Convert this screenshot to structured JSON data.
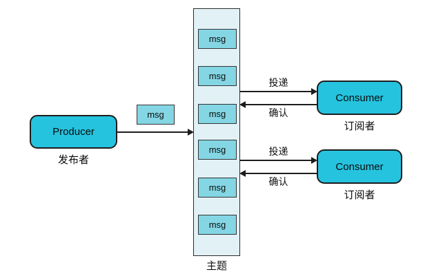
{
  "producer": {
    "label": "Producer",
    "role": "发布者"
  },
  "pending_msg": {
    "label": "msg"
  },
  "topic": {
    "label": "主题",
    "messages": [
      "msg",
      "msg",
      "msg",
      "msg",
      "msg",
      "msg"
    ]
  },
  "consumers": [
    {
      "label": "Consumer",
      "role": "订阅者",
      "deliver": "投递",
      "ack": "确认"
    },
    {
      "label": "Consumer",
      "role": "订阅者",
      "deliver": "投递",
      "ack": "确认"
    }
  ],
  "colors": {
    "node_fill": "#25c3de",
    "msg_fill": "#84d6e4",
    "topic_fill": "#e2f1f6",
    "line": "#1c1c1c"
  }
}
